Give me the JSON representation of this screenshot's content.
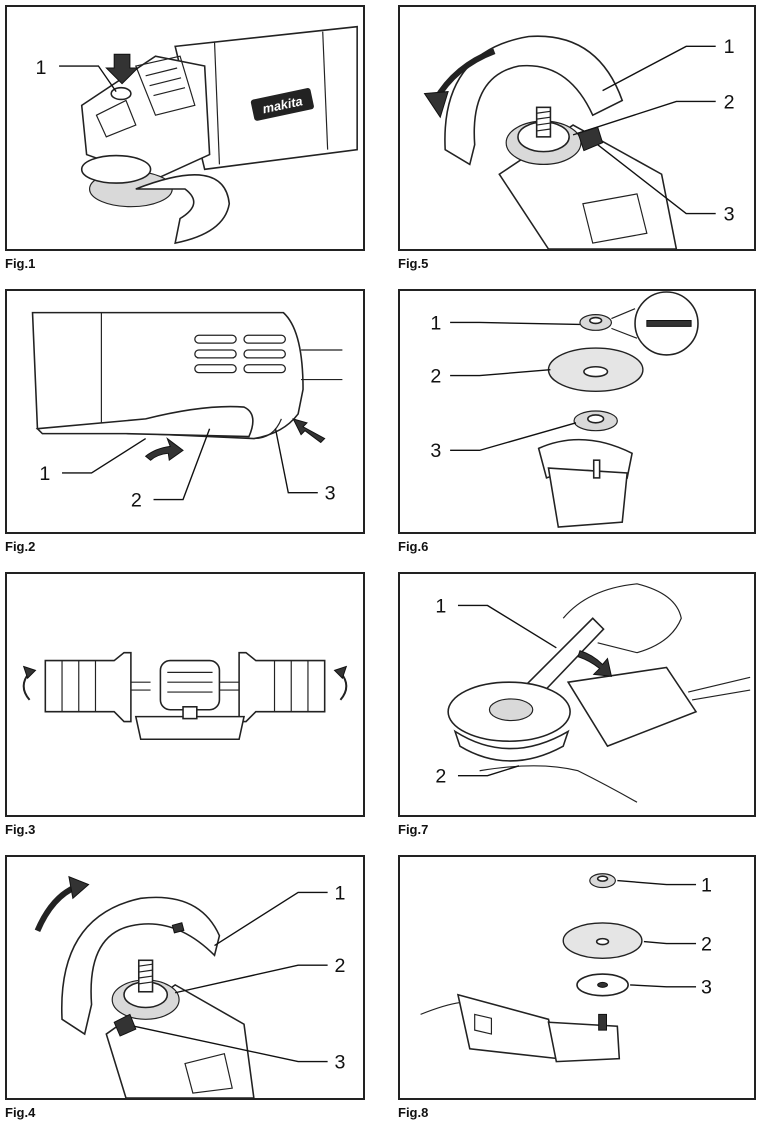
{
  "figures": [
    {
      "caption": "Fig.1",
      "labels": [
        "1"
      ]
    },
    {
      "caption": "Fig.2",
      "labels": [
        "1",
        "2",
        "3"
      ]
    },
    {
      "caption": "Fig.3",
      "labels": []
    },
    {
      "caption": "Fig.4",
      "labels": [
        "1",
        "2",
        "3"
      ]
    },
    {
      "caption": "Fig.5",
      "labels": [
        "1",
        "2",
        "3"
      ]
    },
    {
      "caption": "Fig.6",
      "labels": [
        "1",
        "2",
        "3"
      ]
    },
    {
      "caption": "Fig.7",
      "labels": [
        "1",
        "2"
      ]
    },
    {
      "caption": "Fig.8",
      "labels": [
        "1",
        "2",
        "3"
      ]
    }
  ],
  "brand_logo": "makita"
}
